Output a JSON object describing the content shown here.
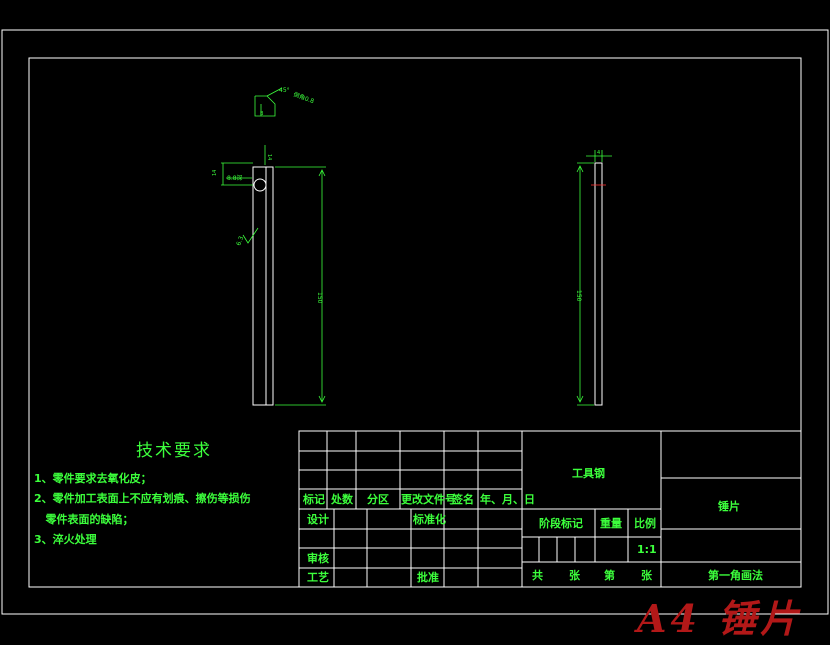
{
  "drawing": {
    "dimensions": {
      "top_chamfer": "45°",
      "top_chamfer_note": "倒角0.8",
      "side_small": "B",
      "step_width": "14",
      "step_callout": "8.8深",
      "surface_finish": "6.3",
      "overall_length": "150",
      "side_thickness": "4",
      "side_length": "150"
    }
  },
  "notes": {
    "title": "技术要求",
    "items": [
      "1、零件要求去氧化皮；",
      "2、零件加工表面上不应有划痕、擦伤等损伤",
      "   零件表面的缺陷；",
      "3、淬火处理"
    ]
  },
  "title_block": {
    "material": "工具钢",
    "part_name": "锤片",
    "scale_label": "比例",
    "scale_value": "1:1",
    "stage_label": "阶段标记",
    "weight_label": "重量",
    "projection": "第一角画法",
    "headers": [
      "标记",
      "处数",
      "分区",
      "更改文件号",
      "签名",
      "年、月、日"
    ],
    "row_design": "设计",
    "row_standard": "标准化",
    "row_review": "审核",
    "row_process": "工艺",
    "row_approve": "批准",
    "sheet_total": "共",
    "sheet_zhang1": "张",
    "sheet_no": "第",
    "sheet_zhang2": "张"
  },
  "watermark": "A4 锤片"
}
